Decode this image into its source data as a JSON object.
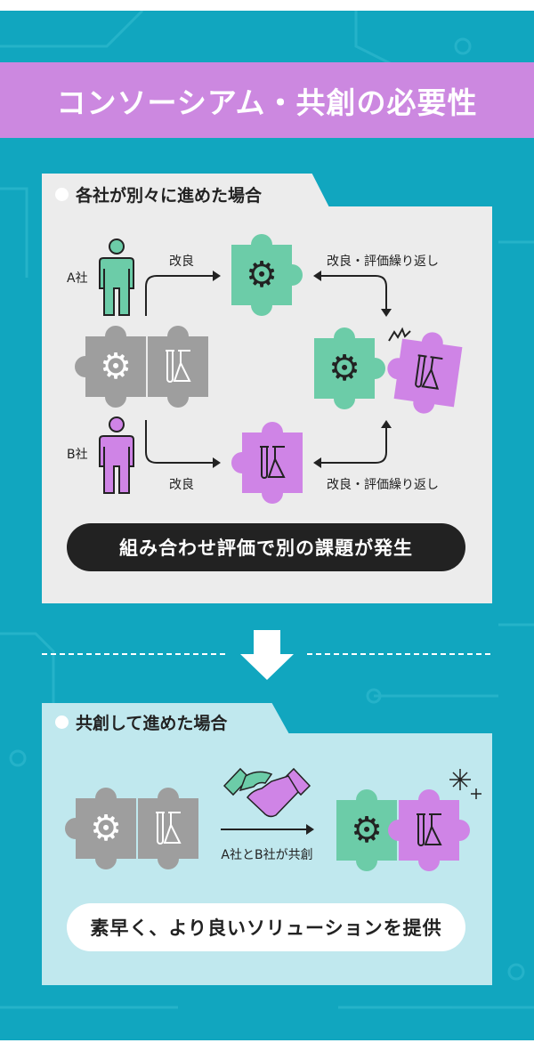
{
  "title": "コンソーシアム・共創の必要性",
  "section1": {
    "heading": "各社が別々に進めた場合",
    "company_a": "A社",
    "company_b": "B社",
    "improve_a": "改良",
    "improve_b": "改良",
    "repeat_a": "改良・評価繰り返し",
    "repeat_b": "改良・評価繰り返し",
    "result": "組み合わせ評価で別の課題が発生"
  },
  "section2": {
    "heading": "共創して進めた場合",
    "arrow_label": "A社とB社が共創",
    "result": "素早く、より良いソリューションを提供"
  },
  "colors": {
    "background": "#11a6bf",
    "title_bar": "#cc88e0",
    "company_a": "#6ccca8",
    "company_b": "#cf84e6",
    "neutral": "#9e9e9e"
  }
}
